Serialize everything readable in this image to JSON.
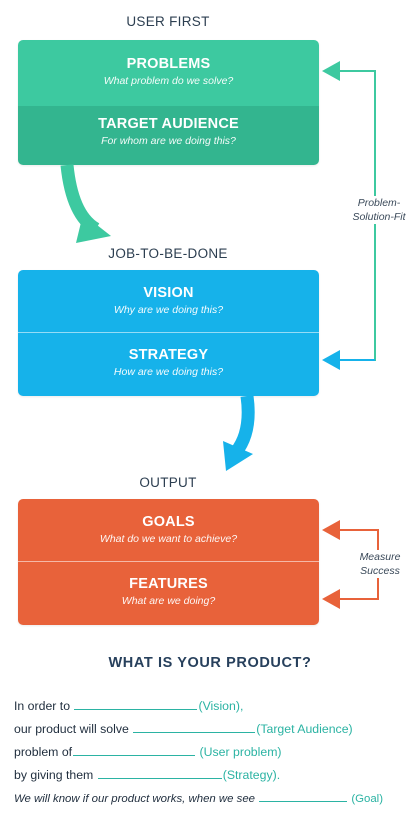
{
  "sections": {
    "user_first": "USER FIRST",
    "job_to_be_done": "JOB-TO-BE-DONE",
    "output": "OUTPUT"
  },
  "boxes": {
    "problems": {
      "title": "PROBLEMS",
      "subtitle": "What problem do we solve?"
    },
    "target_audience": {
      "title": "TARGET AUDIENCE",
      "subtitle": "For whom are we doing this?"
    },
    "vision": {
      "title": "VISION",
      "subtitle": "Why are we doing this?"
    },
    "strategy": {
      "title": "STRATEGY",
      "subtitle": "How are we doing this?"
    },
    "goals": {
      "title": "GOALS",
      "subtitle": "What do we want to achieve?"
    },
    "features": {
      "title": "FEATURES",
      "subtitle": "What are we doing?"
    }
  },
  "side_notes": {
    "problem_solution_fit_1": "Problem-",
    "problem_solution_fit_2": "Solution-Fit",
    "measure_success_1": "Measure",
    "measure_success_2": "Success"
  },
  "template": {
    "heading": "WHAT IS YOUR PRODUCT?",
    "line1_prefix": "In order to",
    "line1_hint": "(Vision),",
    "line2_prefix": "our product will solve",
    "line2_hint": "(Target Audience)",
    "line3_prefix": "problem of",
    "line3_hint": "(User problem)",
    "line4_prefix": "by giving them",
    "line4_hint": "(Strategy).",
    "line5_prefix": "We will know if our product works, when we see",
    "line5_hint": "(Goal)"
  },
  "colors": {
    "green_top": "#3dc9a0",
    "green_bottom": "#33b58f",
    "blue": "#16b2ea",
    "orange": "#e8623a",
    "teal_text": "#2bb3a3"
  }
}
